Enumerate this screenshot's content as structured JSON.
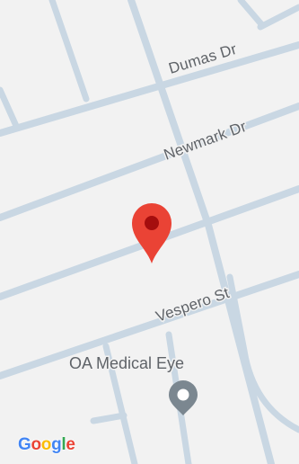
{
  "map": {
    "roads": [
      {
        "name": "Dumas Dr"
      },
      {
        "name": "Newmark Dr"
      },
      {
        "name": "Vespero St"
      }
    ],
    "poi": {
      "name": "OA Medical Eye",
      "icon": "place-pin-icon",
      "color": "#7b8790"
    },
    "selected_marker": {
      "icon": "location-marker-icon",
      "color": "#ea4335"
    },
    "colors": {
      "background": "#f2f2f2",
      "road": "#c9d7e3"
    }
  },
  "attribution": {
    "letters": [
      {
        "char": "G",
        "color": "#4285f4"
      },
      {
        "char": "o",
        "color": "#ea4335"
      },
      {
        "char": "o",
        "color": "#fbbc05"
      },
      {
        "char": "g",
        "color": "#4285f4"
      },
      {
        "char": "l",
        "color": "#34a853"
      },
      {
        "char": "e",
        "color": "#ea4335"
      }
    ]
  }
}
